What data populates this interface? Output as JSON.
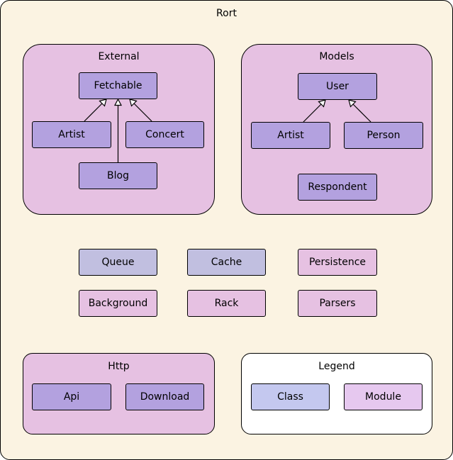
{
  "title": "Rort",
  "groups": {
    "external": {
      "label": "External",
      "nodes": {
        "fetchable": "Fetchable",
        "artist": "Artist",
        "concert": "Concert",
        "blog": "Blog"
      }
    },
    "models": {
      "label": "Models",
      "nodes": {
        "user": "User",
        "artist": "Artist",
        "person": "Person",
        "respondent": "Respondent"
      }
    },
    "http": {
      "label": "Http",
      "nodes": {
        "api": "Api",
        "download": "Download"
      }
    }
  },
  "standalone": {
    "queue": "Queue",
    "cache": "Cache",
    "persistence": "Persistence",
    "background": "Background",
    "rack": "Rack",
    "parsers": "Parsers"
  },
  "legend": {
    "label": "Legend",
    "class": "Class",
    "module": "Module"
  },
  "edges": [
    {
      "from": "Artist",
      "to": "Fetchable",
      "type": "inheritance"
    },
    {
      "from": "Concert",
      "to": "Fetchable",
      "type": "inheritance"
    },
    {
      "from": "Blog",
      "to": "Fetchable",
      "type": "inheritance"
    },
    {
      "from": "Artist",
      "to": "User",
      "type": "inheritance"
    },
    {
      "from": "Person",
      "to": "User",
      "type": "inheritance"
    }
  ],
  "colors": {
    "background": "#fbf3e2",
    "group_fill": "#e6c1e2",
    "class_fill": "#b3a1df",
    "class_alt_fill": "#c1bfe0",
    "module_fill": "#e6c1e2",
    "legend_class_fill": "#c4c8ef",
    "legend_module_fill": "#e6c8ef"
  }
}
